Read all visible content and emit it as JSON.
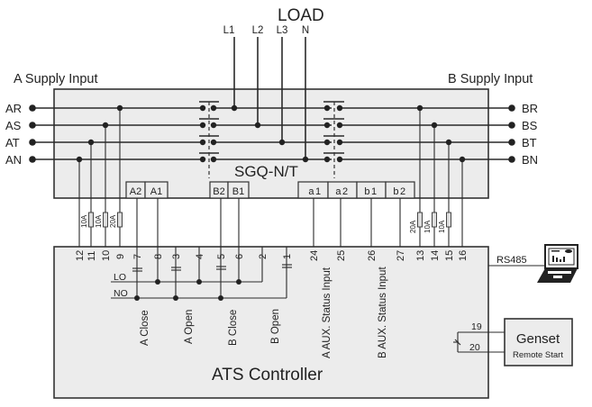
{
  "title": "LOAD",
  "load_lines": [
    "L1",
    "L2",
    "L3",
    "N"
  ],
  "a_supply": {
    "label": "A Supply Input",
    "phases": [
      "AR",
      "AS",
      "AT",
      "AN"
    ]
  },
  "b_supply": {
    "label": "B Supply Input",
    "phases": [
      "BR",
      "BS",
      "BT",
      "BN"
    ]
  },
  "switch": {
    "name": "SGQ-N/T",
    "terminals_left": [
      "A2",
      "A1",
      "B2",
      "B1"
    ],
    "terminals_right": [
      "a1",
      "a2",
      "b1",
      "b2"
    ]
  },
  "fuses_a": [
    "10A",
    "10A",
    "20A"
  ],
  "fuses_b": [
    "20A",
    "10A",
    "10A"
  ],
  "controller": {
    "name": "ATS Controller",
    "pins_top": [
      "12",
      "11",
      "10",
      "9",
      "7",
      "8",
      "3",
      "4",
      "5",
      "6",
      "2",
      "1",
      "24",
      "25",
      "26",
      "27",
      "13",
      "14",
      "15",
      "16"
    ],
    "rail_lo": "LO",
    "rail_no": "NO",
    "outputs": [
      "A Close",
      "A Open",
      "B Close",
      "B Open"
    ],
    "aux_inputs": [
      "A AUX. Status Input",
      "B AUX. Status Input"
    ],
    "genset_pins": [
      "19",
      "20"
    ]
  },
  "comm": {
    "label": "RS485",
    "device": "laptop-icon"
  },
  "genset": {
    "title": "Genset",
    "subtitle": "Remote Start"
  }
}
